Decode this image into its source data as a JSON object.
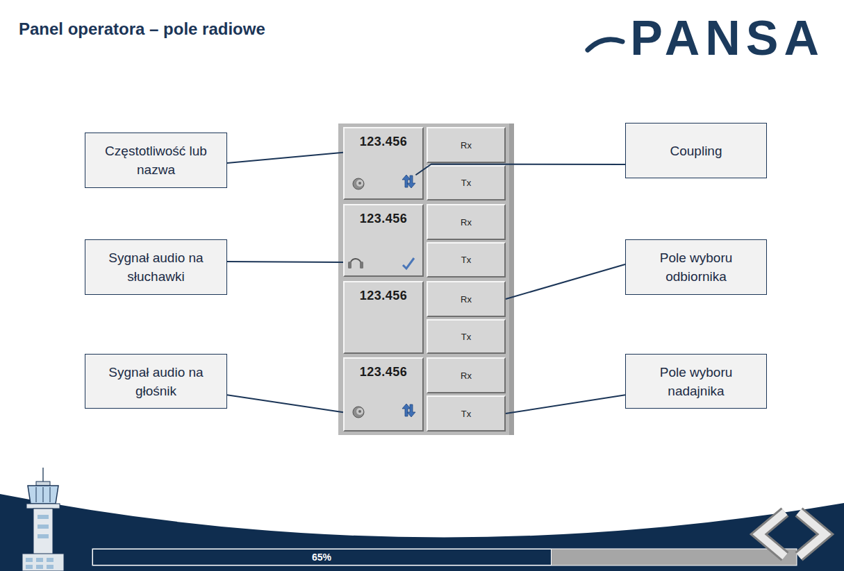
{
  "diagram": {
    "title": "Panel operatora – pole radiowe",
    "nodes": [
      {
        "text": [
          "Częstotliwość lub nazwa"
        ]
      },
      {
        "text": [
          "123.456"
        ]
      },
      {
        "text": [
          "Rx"
        ]
      },
      {
        "text": [
          "Tx"
        ]
      },
      {
        "text": [
          "Coupling"
        ]
      },
      {
        "text": [
          "Sygnał audio na słuchawki"
        ]
      },
      {
        "text": [
          "123.456"
        ]
      },
      {
        "text": [
          "Rx"
        ]
      },
      {
        "text": [
          "Tx"
        ]
      },
      {
        "text": [
          "Pole wyboru odbiornika"
        ]
      },
      {
        "text": [
          "123.456"
        ]
      },
      {
        "text": [
          "Rx"
        ]
      },
      {
        "text": [
          "Tx"
        ]
      },
      {
        "text": [
          "Sygnał audio na głośnik"
        ]
      },
      {
        "text": [
          "123.456"
        ]
      },
      {
        "text": [
          "Rx"
        ]
      },
      {
        "text": [
          "Tx"
        ]
      },
      {
        "text": [
          "Pole wyboru nadajnika"
        ]
      }
    ],
    "edges": [
      {
        "from": 0,
        "to": 1,
        "arrow": "none"
      },
      {
        "from": 4,
        "to": 1,
        "arrow": "none"
      },
      {
        "from": 5,
        "to": 6,
        "arrow": "none"
      },
      {
        "from": 9,
        "to": 11,
        "arrow": "none"
      },
      {
        "from": 13,
        "to": 14,
        "arrow": "none"
      },
      {
        "from": 17,
        "to": 16,
        "arrow": "none"
      }
    ],
    "labels": [
      "PANSA",
      "65%"
    ]
  }
}
